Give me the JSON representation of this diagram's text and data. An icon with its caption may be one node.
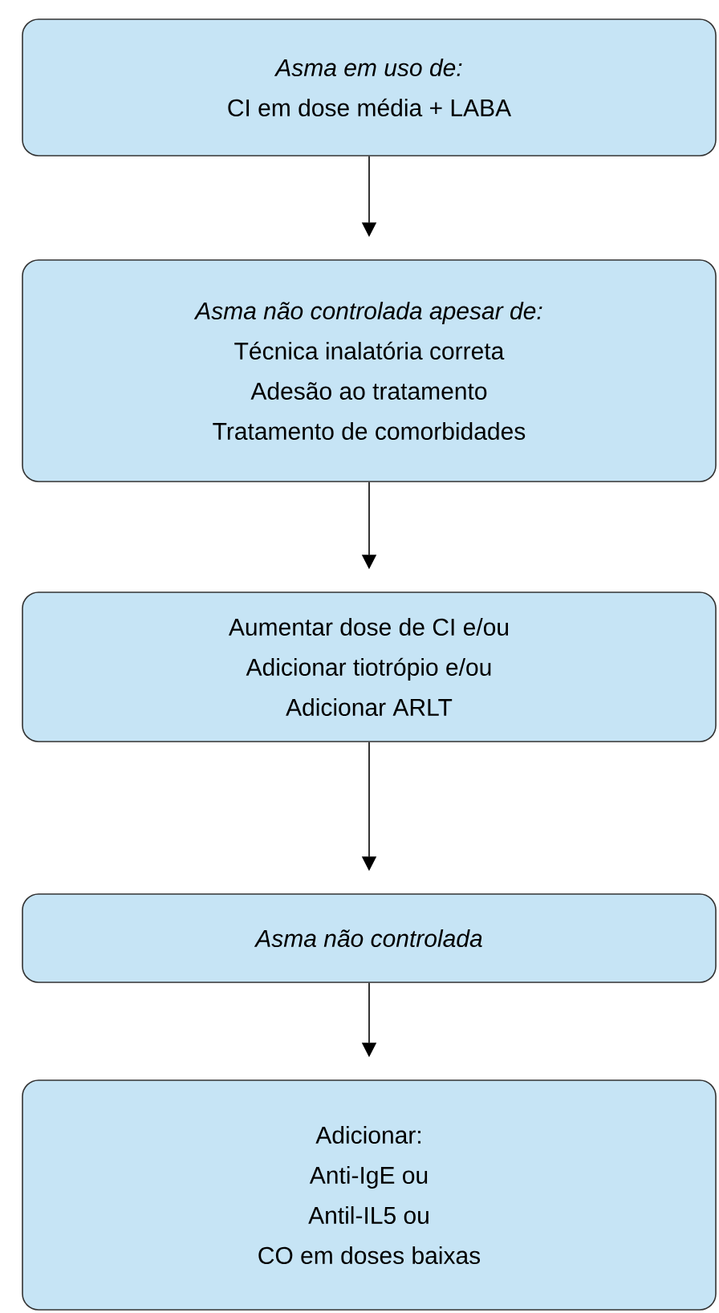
{
  "diagram": {
    "nodes": [
      {
        "text": [
          "Asma em uso de:",
          "CI em dose média + LABA"
        ]
      },
      {
        "text": [
          "Asma não controlada apesar de:",
          "Técnica inalatória correta",
          "Adesão ao tratamento",
          "Tratamento de comorbidades"
        ]
      },
      {
        "text": [
          "Aumentar dose de CI e/ou",
          "Adicionar tiotrópio e/ou",
          "Adicionar ARLT"
        ]
      },
      {
        "text": [
          "Asma não controlada"
        ]
      },
      {
        "text": [
          "Adicionar:",
          "Anti-IgE ou",
          "Antil-IL5 ou",
          "CO em doses baixas"
        ]
      }
    ],
    "edges": [
      {
        "from": 0,
        "to": 1,
        "arrow": "to"
      },
      {
        "from": 1,
        "to": 2,
        "arrow": "to"
      },
      {
        "from": 2,
        "to": 3,
        "arrow": "to"
      },
      {
        "from": 3,
        "to": 4,
        "arrow": "to"
      }
    ]
  }
}
